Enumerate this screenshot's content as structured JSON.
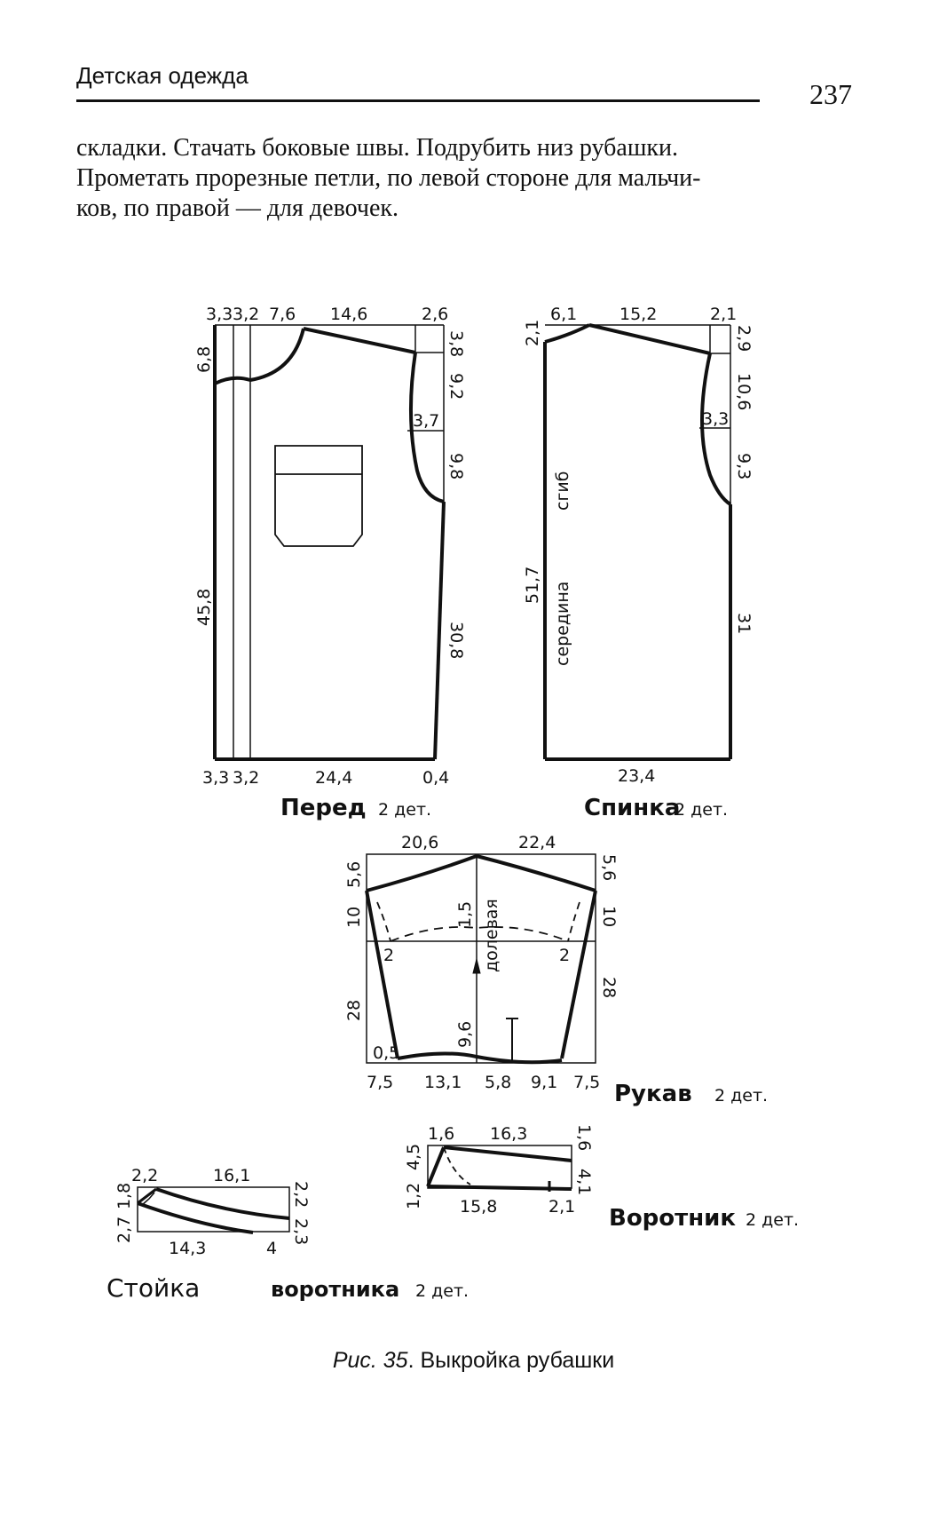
{
  "header": {
    "section_title": "Детская одежда",
    "page_number": "237"
  },
  "body_text": {
    "line1": "складки. Стачать боковые швы. Подрубить низ рубашки.",
    "line2": "Прометать прорезные петли, по левой стороне для мальчи-",
    "line3": "ков, по правой — для девочек."
  },
  "figure": {
    "caption_prefix": "Рис. 35",
    "caption_text": ". Выкройка рубашки",
    "front": {
      "label": "Перед",
      "count": "2 дет.",
      "top": [
        "3,3",
        "3,2",
        "7,6",
        "14,6",
        "2,6"
      ],
      "right": [
        "3,8",
        "9,2",
        "9,8",
        "30,8"
      ],
      "left": [
        "6,8",
        "45,8"
      ],
      "armhole": "3,7",
      "bottom": [
        "3,3",
        "3,2",
        "24,4",
        "0,4"
      ]
    },
    "back": {
      "label": "Спинка",
      "count": "2 дет.",
      "top": [
        "6,1",
        "15,2",
        "2,1"
      ],
      "right": [
        "2,9",
        "10,6",
        "9,3",
        "31"
      ],
      "left": [
        "2,1",
        "51,7"
      ],
      "armhole": "3,3",
      "bottom": "23,4",
      "fold": "сгиб",
      "center": "середина"
    },
    "sleeve": {
      "label": "Рукав",
      "count": "2 дет.",
      "top": [
        "20,6",
        "22,4"
      ],
      "left": [
        "5,6",
        "10",
        "28"
      ],
      "right": [
        "5,6",
        "10",
        "28"
      ],
      "inner": [
        "1,5",
        "2",
        "2",
        "9,6",
        "0,5"
      ],
      "grain": "долевая",
      "bottom": [
        "7,5",
        "13,1",
        "5,8",
        "9,1",
        "7,5"
      ]
    },
    "collar": {
      "label": "Воротник",
      "count": "2 дет.",
      "top": [
        "1,6",
        "16,3"
      ],
      "left": [
        "4,5",
        "1,2"
      ],
      "right": [
        "1,6",
        "4,1"
      ],
      "bottom": [
        "15,8",
        "2,1"
      ]
    },
    "stand": {
      "label": "Стойка",
      "label2": "воротника",
      "count": "2 дет.",
      "top": [
        "2,2",
        "16,1"
      ],
      "left": [
        "1,8",
        "2,7"
      ],
      "right": [
        "2,2",
        "2,3"
      ],
      "bottom": [
        "14,3",
        "4"
      ]
    }
  }
}
